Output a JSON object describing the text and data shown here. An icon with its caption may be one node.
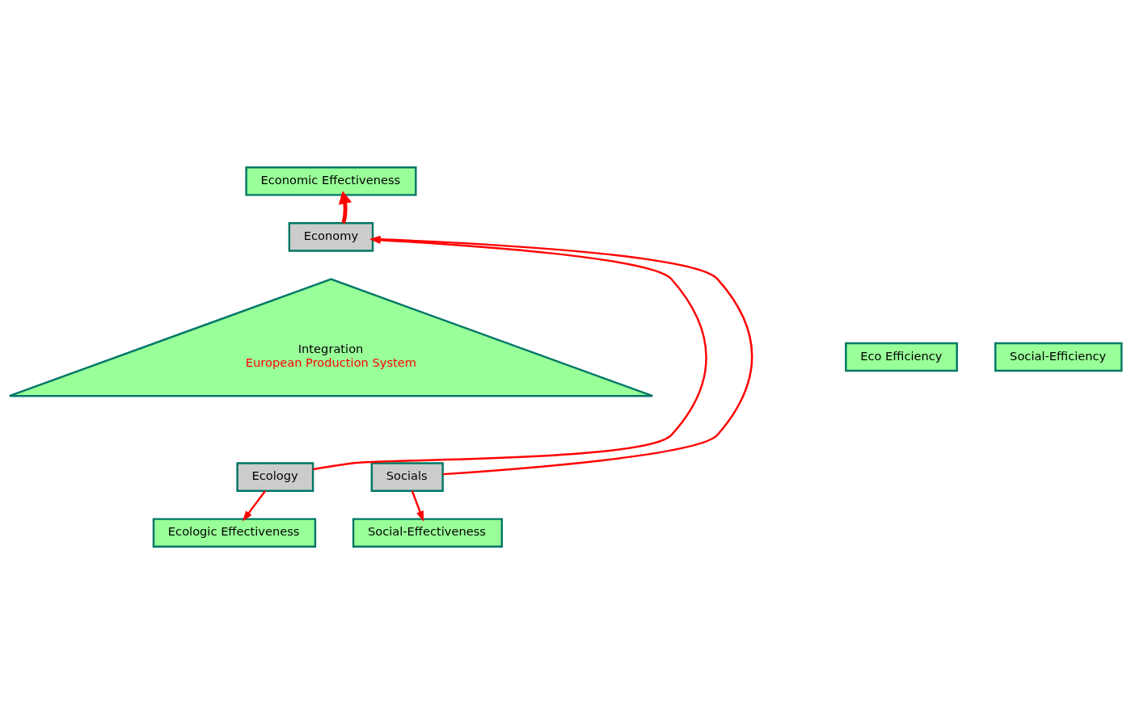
{
  "diagram": {
    "nodes": [
      {
        "text": [
          "Economic Effectiveness"
        ]
      },
      {
        "text": [
          "Economy"
        ]
      },
      {
        "text": [
          "Eco Efficiency"
        ]
      },
      {
        "text": [
          "Social-Efficiency"
        ]
      },
      {
        "text": [
          "Integration",
          "European Production System"
        ]
      },
      {
        "text": [
          "Ecology"
        ]
      },
      {
        "text": [
          "Socials"
        ]
      },
      {
        "text": [
          "Ecologic Effectiveness"
        ]
      },
      {
        "text": [
          "Social-Effectiveness"
        ]
      }
    ],
    "edges": [
      {
        "from": 1,
        "to": 0,
        "arrow": "to",
        "style": "thick"
      },
      {
        "from": 5,
        "to": 1,
        "arrow": "to"
      },
      {
        "from": 6,
        "to": 1,
        "arrow": "to"
      },
      {
        "from": 5,
        "to": 7,
        "arrow": "to"
      },
      {
        "from": 6,
        "to": 8,
        "arrow": "to"
      }
    ]
  }
}
